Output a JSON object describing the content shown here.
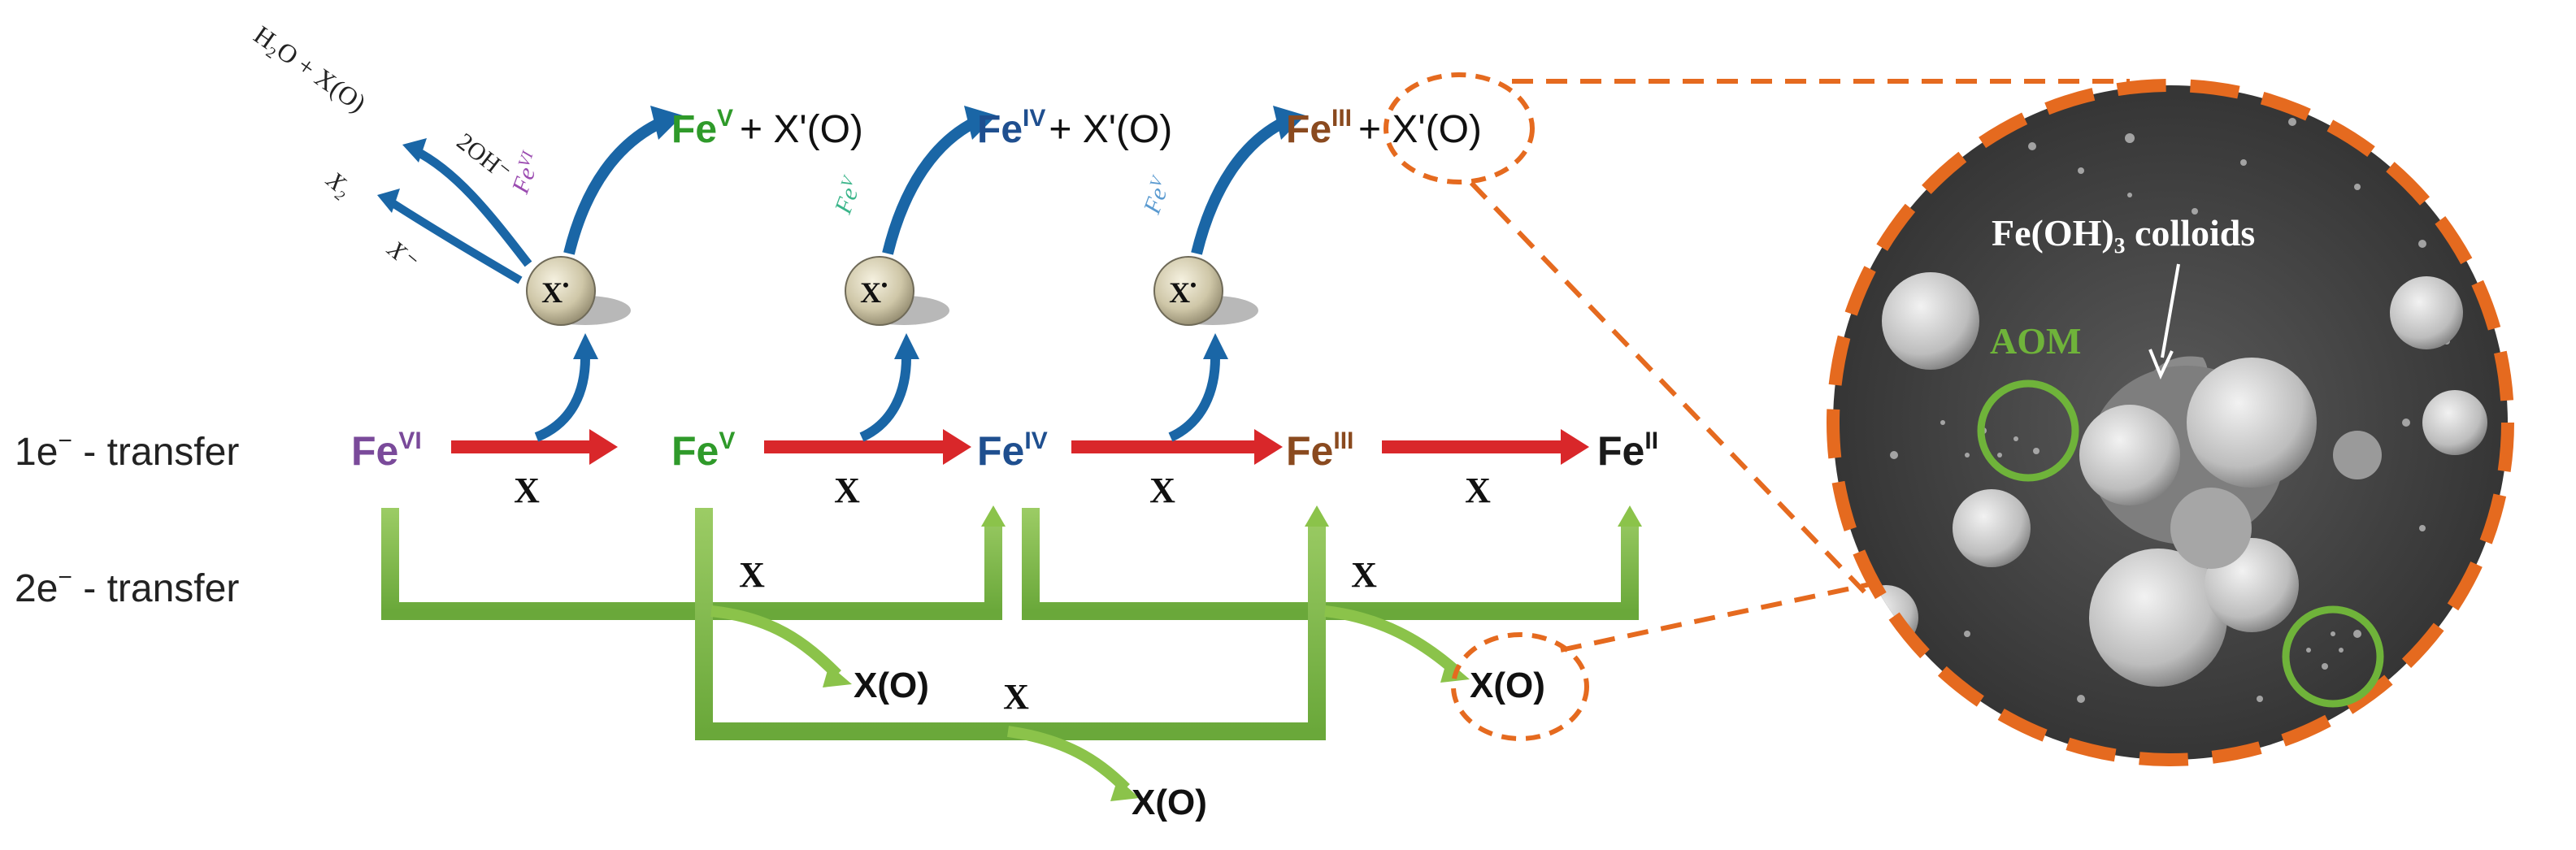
{
  "row_labels": {
    "one_e": {
      "main": "1e",
      "sup": "−",
      "tail": " - transfer"
    },
    "two_e": {
      "main": "2e",
      "sup": "−",
      "tail": " - transfer"
    }
  },
  "iron_states": {
    "fe6": {
      "base": "Fe",
      "sup": "VI",
      "color": "#7a4a9a"
    },
    "fe5": {
      "base": "Fe",
      "sup": "V",
      "color": "#2f9a2a"
    },
    "fe4": {
      "base": "Fe",
      "sup": "IV",
      "color": "#1f4f8f"
    },
    "fe3": {
      "base": "Fe",
      "sup": "III",
      "color": "#8a4a1f"
    },
    "fe2": {
      "base": "Fe",
      "sup": "II",
      "color": "#1a1a1a"
    }
  },
  "products": {
    "oxidized_radical": "+ X'(O)",
    "xo": "X(O)"
  },
  "reactant": "X",
  "radical": "X",
  "radical_sup": "•",
  "side_reactions": {
    "h2o_xo": "H₂O + X(O)",
    "two_oh": "2OH⁻",
    "x2": "X₂",
    "x_minus": "X⁻"
  },
  "sem_panel": {
    "fe_oh3_label": "Fe(OH)₃ colloids",
    "aom_label": "AOM"
  },
  "colors": {
    "red_arrow": "#d9272a",
    "blue_arrow": "#1a66a6",
    "green_path": "#7cb342",
    "orange_dash": "#e56a1f",
    "aom_green": "#6fb33a"
  }
}
